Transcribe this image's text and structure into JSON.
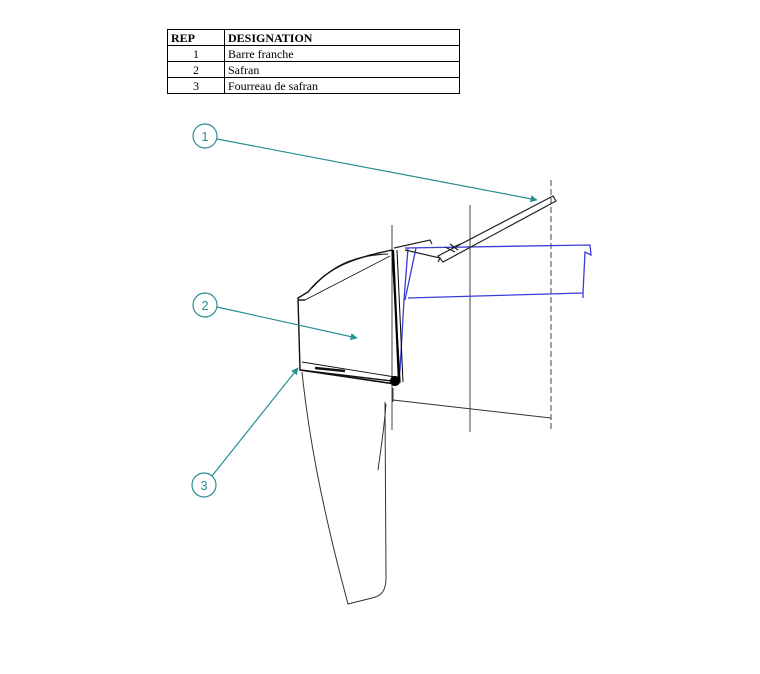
{
  "table": {
    "headers": {
      "rep": "REP",
      "designation": "DESIGNATION"
    },
    "rows": [
      {
        "rep": "1",
        "designation": "Barre franche"
      },
      {
        "rep": "2",
        "designation": "Safran"
      },
      {
        "rep": "3",
        "designation": "Fourreau de safran"
      }
    ]
  },
  "callouts": [
    "1",
    "2",
    "3"
  ],
  "colors": {
    "callout": "#2a8f94",
    "outline": "#000000",
    "hidden_part": "#3b3bd6"
  }
}
